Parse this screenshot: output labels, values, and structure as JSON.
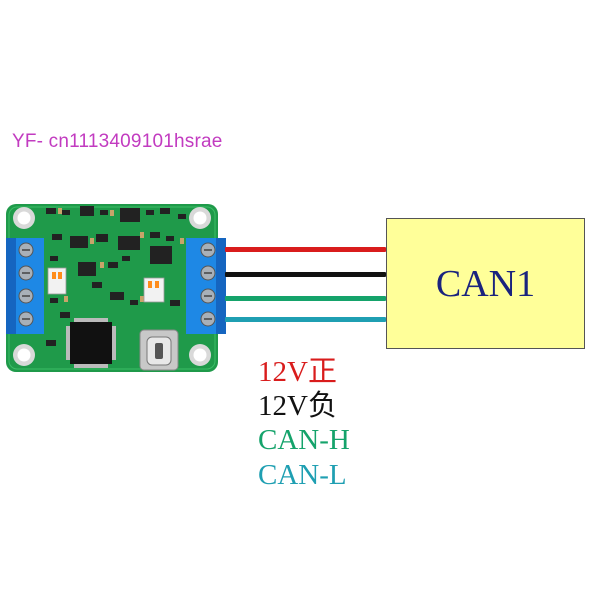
{
  "watermark": "YF- cn1113409101hsrae",
  "device": {
    "label": "CAN1"
  },
  "wires": [
    {
      "label": "12V正",
      "color": "#d91c1c"
    },
    {
      "label": "12V负",
      "color": "#111111"
    },
    {
      "label": "CAN-H",
      "color": "#15a36b"
    },
    {
      "label": "CAN-L",
      "color": "#1f9fb2"
    }
  ]
}
